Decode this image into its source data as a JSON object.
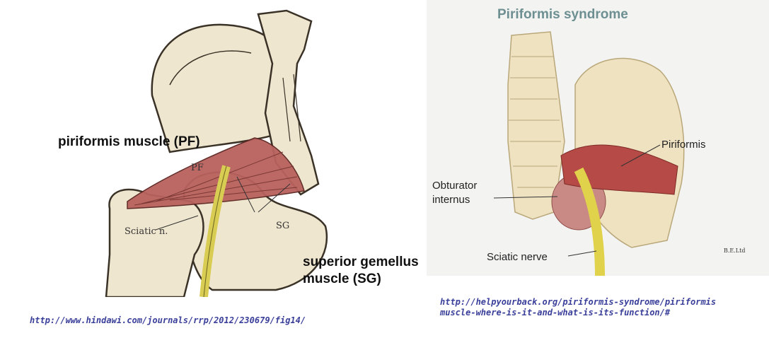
{
  "left": {
    "label_pf": "piriformis muscle (PF)",
    "label_sg_line1": "superior gemellus",
    "label_sg_line2": "muscle (SG)",
    "fig_pf": "PF",
    "fig_sg": "SG",
    "fig_sciatic": "Sciatic n.",
    "url": "http://www.hindawi.com/journals/rrp/2012/230679/fig14/"
  },
  "right": {
    "title": "Piriformis syndrome",
    "label_piriformis": "Piriformis",
    "label_obturator_line1": "Obturator",
    "label_obturator_line2": "internus",
    "label_sciatic": "Sciatic nerve",
    "credit": "B.E.Ltd",
    "url_line1": "http://helpyourback.org/piriformis-syndrome/piriformis",
    "url_line2": "muscle-where-is-it-and-what-is-its-function/#"
  },
  "colors": {
    "bone": "#efe6cf",
    "bone_outline": "#3a3226",
    "muscle": "#b9625e",
    "nerve": "#d8cc52",
    "title_color": "#6d8f92",
    "url_color": "#3a3f9a"
  }
}
